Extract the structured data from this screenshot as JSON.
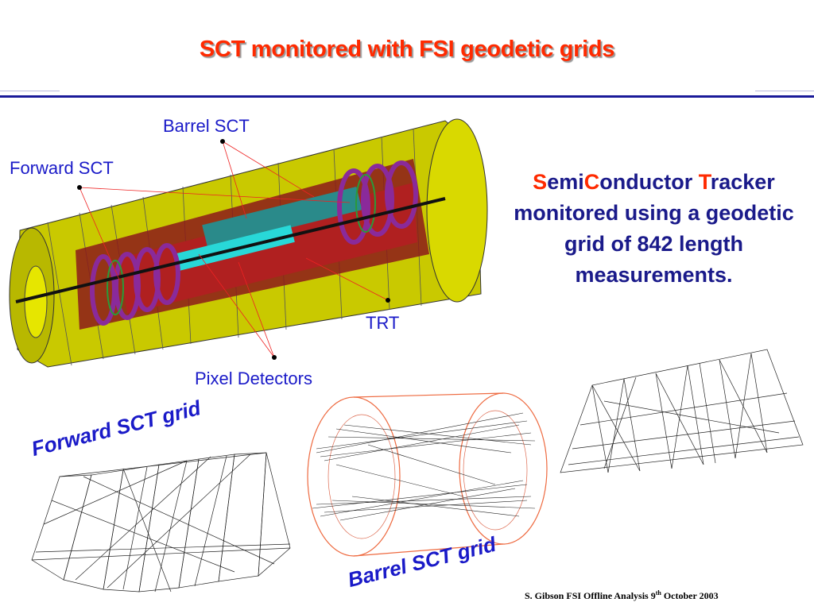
{
  "title": "SCT monitored with FSI geodetic grids",
  "detector_labels": {
    "barrel_sct": "Barrel SCT",
    "forward_sct": "Forward SCT",
    "trt": "TRT",
    "pixel": "Pixel Detectors"
  },
  "description": {
    "s": "S",
    "emi": "emi",
    "c": "C",
    "onductor": "onductor",
    "t": "T",
    "racker": "racker",
    "rest": "monitored using a geodetic grid of 842 length measurements."
  },
  "grid_labels": {
    "forward": "Forward SCT grid",
    "barrel": "Barrel SCT grid"
  },
  "footer": {
    "prefix": "S. Gibson  FSI Offline Analysis  9",
    "sup": "th",
    "suffix": " October 2003"
  },
  "colors": {
    "title": "#ff2a00",
    "label_blue": "#1a1ac8",
    "description": "#1a1a8a",
    "rule": "#1a1a99",
    "detector_yellow": "#d6d600"
  }
}
